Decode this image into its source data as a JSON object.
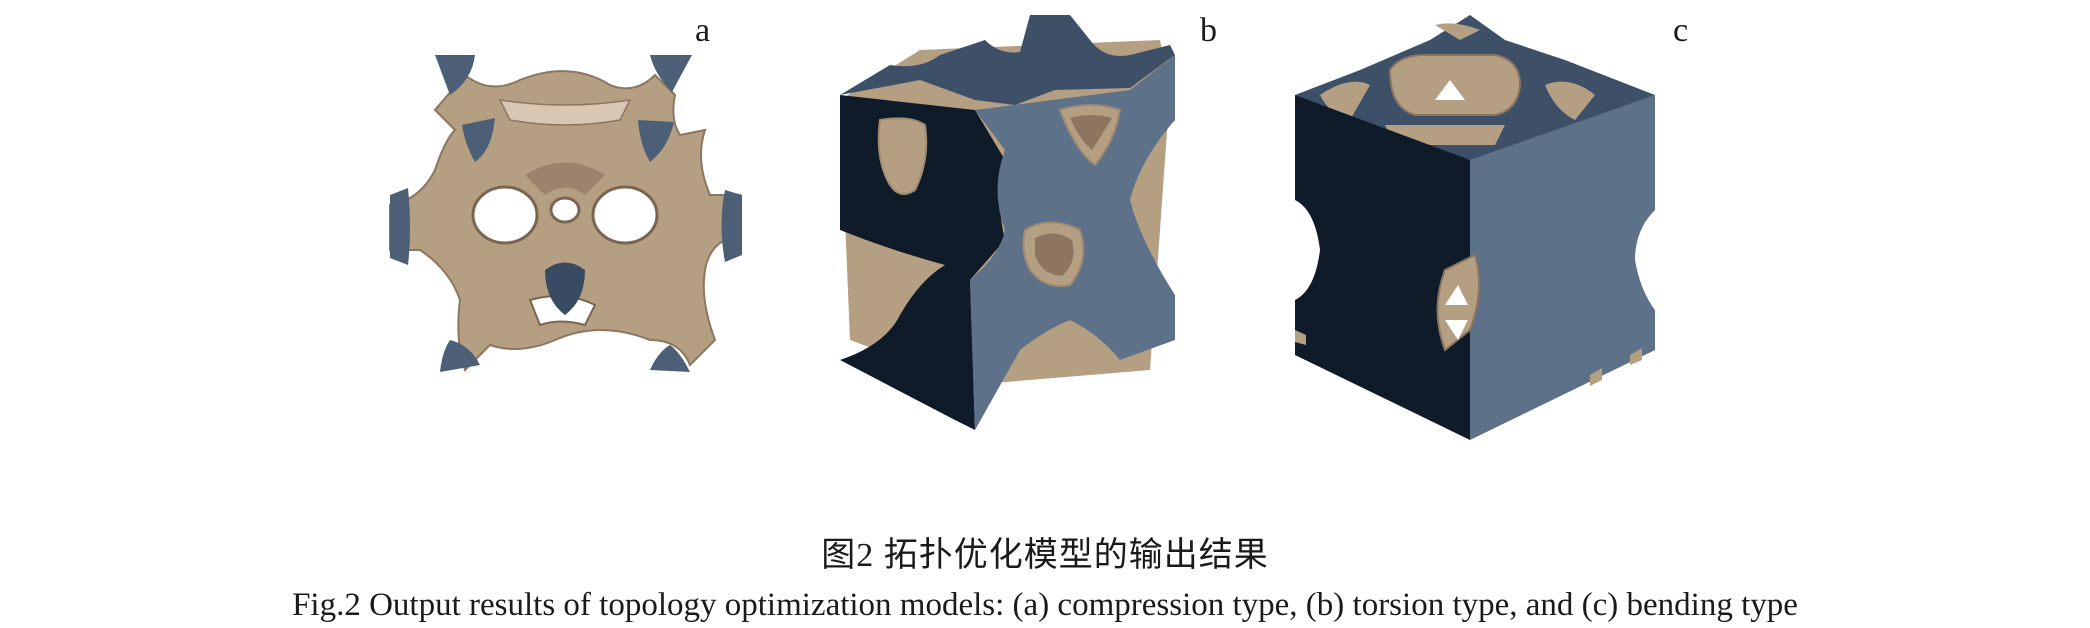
{
  "figure": {
    "panels": [
      {
        "label": "a",
        "type": "compression"
      },
      {
        "label": "b",
        "type": "torsion"
      },
      {
        "label": "c",
        "type": "bending"
      }
    ],
    "caption_zh": "图2 拓扑优化模型的输出结果",
    "caption_en": "Fig.2  Output results of topology optimization models: (a) compression type, (b) torsion type, and (c) bending type"
  },
  "colors": {
    "material": "#b59f83",
    "material_dark": "#8c7660",
    "face_blue": "#5d7189",
    "face_dark": "#101b2a",
    "top_blue": "#3e5068"
  }
}
